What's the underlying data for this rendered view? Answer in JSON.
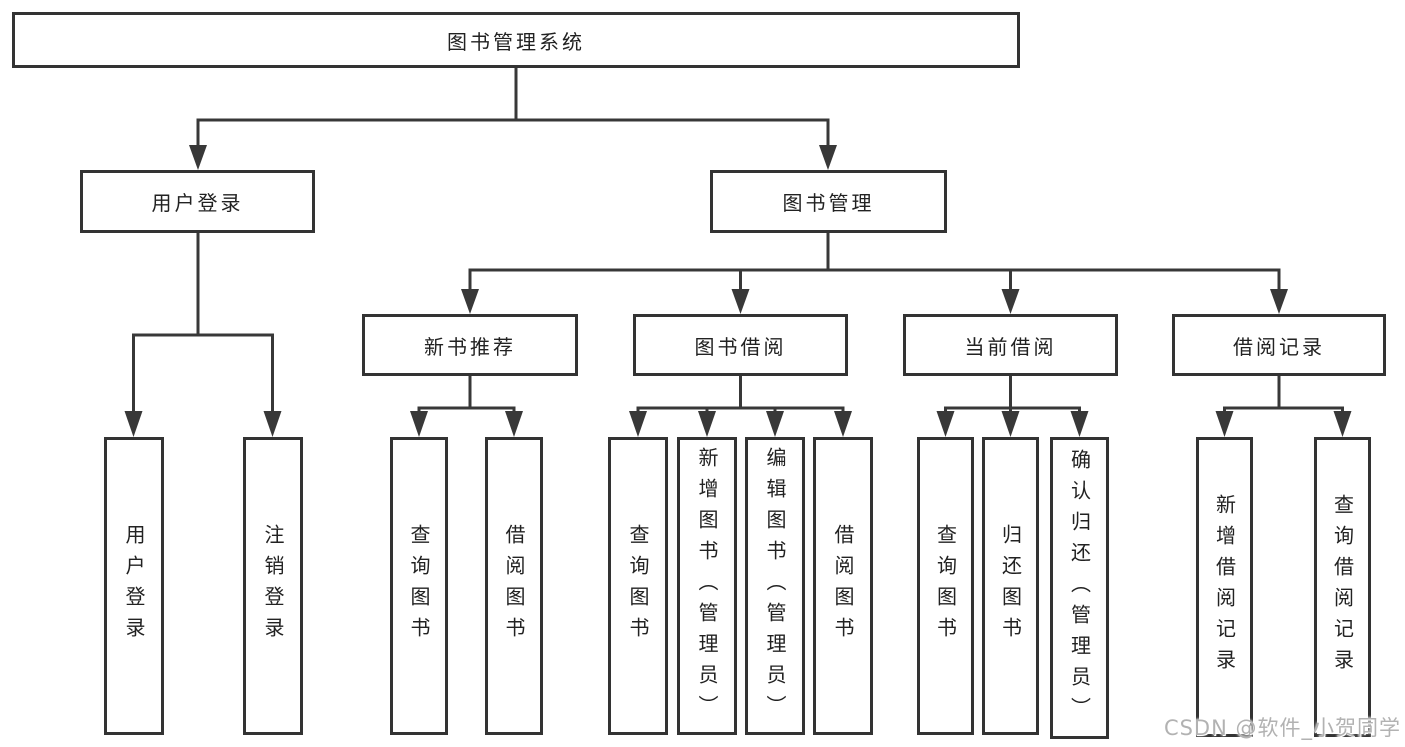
{
  "colors": {
    "line": "#383838",
    "box_border": "#333333",
    "text": "#222222",
    "background": "#ffffff",
    "watermark": "#b2b2b2"
  },
  "tree": {
    "label": "图书管理系统",
    "children": [
      {
        "label": "用户登录",
        "children": [
          {
            "label": "用户登录"
          },
          {
            "label": "注销登录"
          }
        ]
      },
      {
        "label": "图书管理",
        "children": [
          {
            "label": "新书推荐",
            "children": [
              {
                "label": "查询图书"
              },
              {
                "label": "借阅图书"
              }
            ]
          },
          {
            "label": "图书借阅",
            "children": [
              {
                "label": "查询图书"
              },
              {
                "label": "新增图书（管理员）"
              },
              {
                "label": "编辑图书（管理员）"
              },
              {
                "label": "借阅图书"
              }
            ]
          },
          {
            "label": "当前借阅",
            "children": [
              {
                "label": "查询图书"
              },
              {
                "label": "归还图书"
              },
              {
                "label": "确认归还（管理员）"
              }
            ]
          },
          {
            "label": "借阅记录",
            "children": [
              {
                "label": "新增借阅记录"
              },
              {
                "label": "查询借阅记录"
              }
            ]
          }
        ]
      }
    ]
  },
  "watermark": {
    "text": "CSDN @软件_小贺同学"
  }
}
